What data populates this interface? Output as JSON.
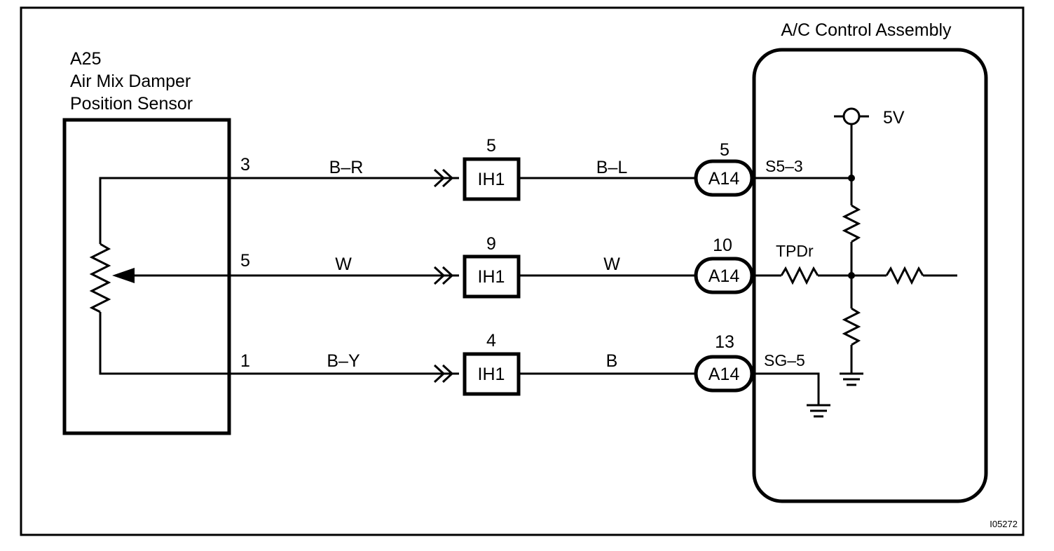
{
  "sensor": {
    "code": "A25",
    "name_line1": "Air Mix Damper",
    "name_line2": "Position Sensor"
  },
  "ecu": {
    "title": "A/C Control Assembly",
    "supply_label": "5V",
    "connector_name": "A14"
  },
  "junction": {
    "name": "IH1"
  },
  "wires": [
    {
      "sensor_pin": "3",
      "color_in": "B–R",
      "junction_pin": "5",
      "color_out": "B–L",
      "ecu_pin": "5",
      "ecu_terminal": "S5–3"
    },
    {
      "sensor_pin": "5",
      "color_in": "W",
      "junction_pin": "9",
      "color_out": "W",
      "ecu_pin": "10",
      "ecu_terminal": "TPDr"
    },
    {
      "sensor_pin": "1",
      "color_in": "B–Y",
      "junction_pin": "4",
      "color_out": "B",
      "ecu_pin": "13",
      "ecu_terminal": "SG–5"
    }
  ],
  "figure_id": "I05272"
}
